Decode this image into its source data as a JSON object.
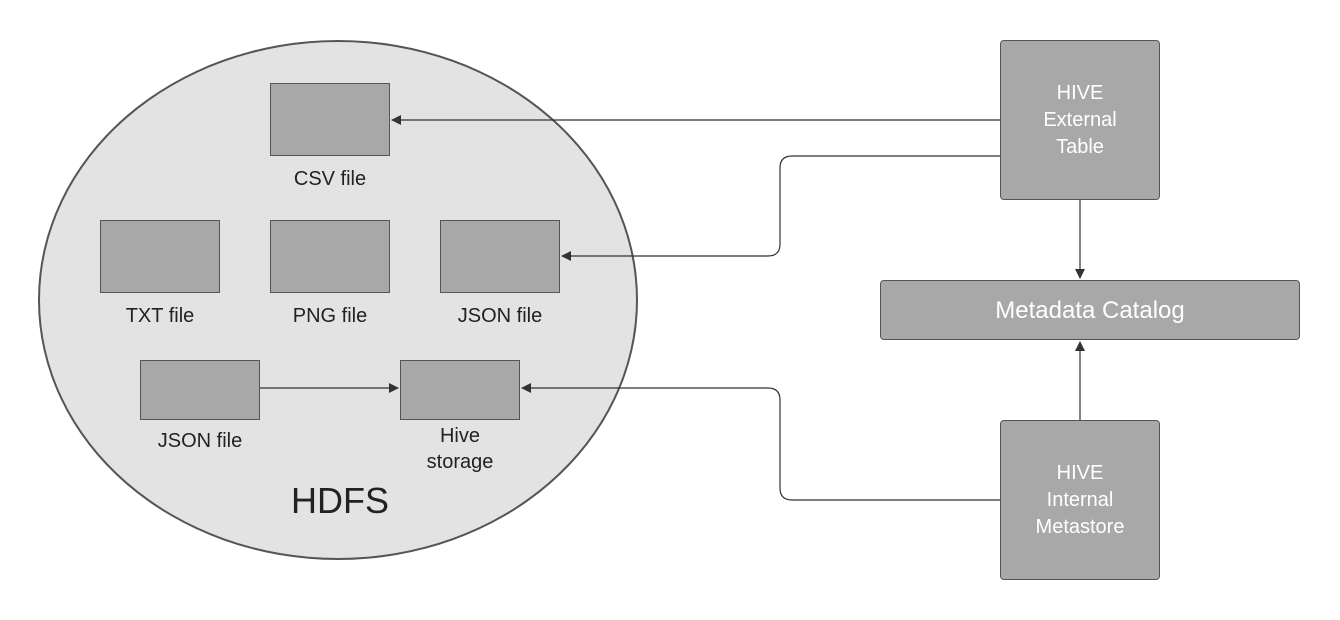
{
  "hdfs": {
    "label": "HDFS"
  },
  "files": {
    "csv": "CSV file",
    "txt": "TXT file",
    "png": "PNG file",
    "json_top": "JSON file",
    "json_bottom": "JSON file",
    "hive_storage": "Hive\nstorage"
  },
  "nodes": {
    "external": "HIVE\nExternal\nTable",
    "catalog": "Metadata Catalog",
    "internal": "HIVE\nInternal\nMetastore"
  },
  "colors": {
    "box_fill": "#a8a8a8",
    "ellipse_fill": "#e3e3e3",
    "stroke": "#555555",
    "line": "#333333"
  }
}
